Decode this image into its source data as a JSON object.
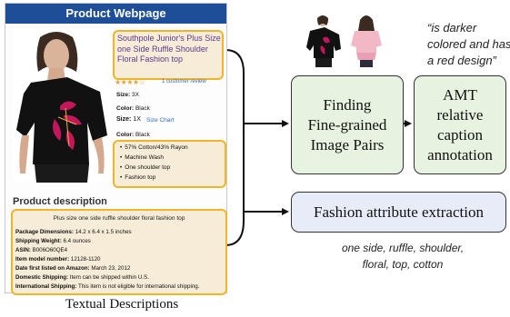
{
  "webpage": {
    "header": "Product Webpage",
    "title": "Southpole Junior's Plus Size one Side Ruffle Shoulder Floral Fashion top",
    "stars": "★★★★☆",
    "review_link": "1 customer review",
    "size_label": "Size:",
    "size_value": "3X",
    "color_label": "Color:",
    "color_value": "Black",
    "size2_label": "Size:",
    "size2_value": "1X",
    "size_chart": "Size Chart",
    "color2_label": "Color:",
    "color2_value": "Black",
    "features": [
      "57% Cotton/43% Rayon",
      "Machine Wash",
      "One shoulder top",
      "Fashion top"
    ],
    "description_heading": "Product description",
    "description_intro": "Plus size one side ruffle shoulder floral fashion top",
    "details": [
      {
        "label": "Package Dimensions:",
        "value": "14.2 x 6.4 x 1.5 inches"
      },
      {
        "label": "Shipping Weight:",
        "value": "6.4 ounces"
      },
      {
        "label": "ASIN:",
        "value": "B006O60QE4"
      },
      {
        "label": "Item model number:",
        "value": "12128-1120"
      },
      {
        "label": "Date first listed on Amazon:",
        "value": "March 23, 2012"
      },
      {
        "label": "Domestic Shipping:",
        "value": "Item can be shipped within U.S."
      },
      {
        "label": "International Shipping:",
        "value": "This item is not eligible for international shipping."
      }
    ]
  },
  "textual_caption": "Textual Descriptions",
  "finding_box": [
    "Finding",
    "Fine-grained",
    "Image Pairs"
  ],
  "amt_box": [
    "AMT",
    "relative",
    "caption",
    "annotation"
  ],
  "attribute_box": "Fashion attribute extraction",
  "quote": [
    "“is darker",
    "colored and has",
    "a red design”"
  ],
  "attributes": [
    "one side, ruffle, shoulder,",
    "floral, top, cotton"
  ],
  "colors": {
    "header_blue": "#1f4e99",
    "highlight_border": "#f0b429",
    "highlight_fill": "#f7ecd7",
    "green_box": "#e7f3e0",
    "blue_box": "#e8ecf8",
    "floral_magenta": "#c2185b"
  }
}
